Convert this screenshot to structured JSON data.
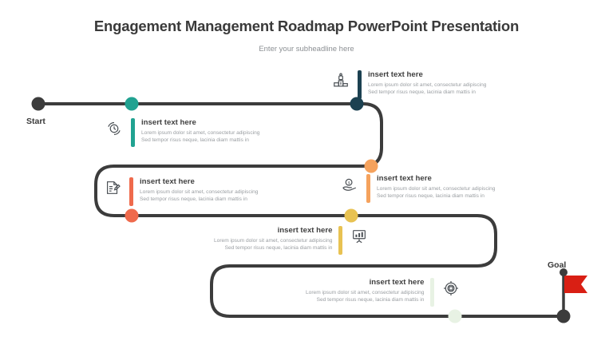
{
  "header": {
    "title": "Engagement Management Roadmap PowerPoint Presentation",
    "subtitle": "Enter your subheadline here"
  },
  "endpoints": {
    "start_label": "Start",
    "goal_label": "Goal"
  },
  "colors": {
    "road": "#3c3c3c",
    "start_dot": "#3c3c3c",
    "goal_dot": "#3c3c3c",
    "goal_flag": "#d91f14",
    "title_text": "#3a3a3a",
    "subtitle_text": "#8b8f93",
    "head_text": "#3f3f3f",
    "body_text": "#9a9ea2",
    "milestone_1": "#1c4151",
    "milestone_2": "#21a291",
    "milestone_3": "#ef6a4c",
    "milestone_4": "#f5a25d",
    "milestone_5": "#e8c252",
    "milestone_6": "#e8f2e4"
  },
  "milestones": [
    {
      "id": 1,
      "align": "left",
      "color": "#1c4151",
      "icon": "podium-icon",
      "heading": "insert text here",
      "body_line1": "Lorem ipsum dolor sit amet, consectetur adipiscing",
      "body_line2": "Sed tempor risus neque, lacinia diam mattis in"
    },
    {
      "id": 2,
      "align": "left",
      "color": "#21a291",
      "icon": "clock-time-icon",
      "heading": "insert text here",
      "body_line1": "Lorem ipsum dolor sit amet, consectetur adipiscing",
      "body_line2": "Sed tempor risus neque, lacinia diam mattis in"
    },
    {
      "id": 3,
      "align": "left",
      "color": "#ef6a4c",
      "icon": "document-edit-icon",
      "heading": "insert text here",
      "body_line1": "Lorem ipsum dolor sit amet, consectetur adipiscing",
      "body_line2": "Sed tempor risus neque, lacinia diam mattis in"
    },
    {
      "id": 4,
      "align": "left",
      "color": "#f5a25d",
      "icon": "hand-coin-icon",
      "heading": "insert text here",
      "body_line1": "Lorem ipsum dolor sit amet, consectetur adipiscing",
      "body_line2": "Sed tempor risus neque, lacinia diam mattis in"
    },
    {
      "id": 5,
      "align": "right",
      "color": "#e8c252",
      "icon": "presentation-chart-icon",
      "heading": "insert text here",
      "body_line1": "Lorem ipsum dolor sit amet, consectetur adipiscing",
      "body_line2": "Sed tempor risus neque, lacinia diam mattis in"
    },
    {
      "id": 6,
      "align": "right",
      "color": "#e8f2e4",
      "icon": "target-icon",
      "heading": "insert text here",
      "body_line1": "Lorem ipsum dolor sit amet, consectetur adipiscing",
      "body_line2": "Sed tempor risus neque, lacinia diam mattis in"
    }
  ]
}
